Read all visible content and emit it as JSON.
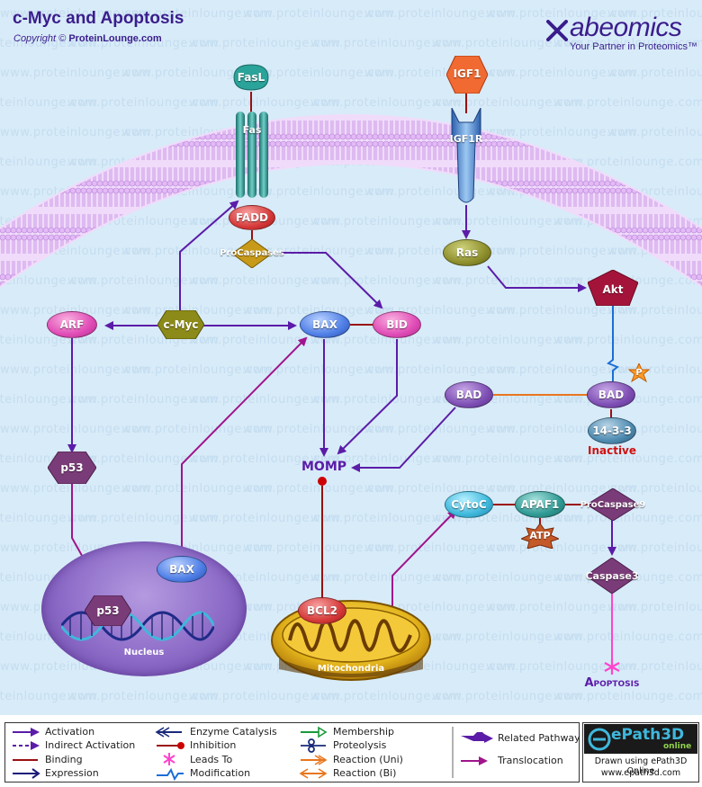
{
  "header": {
    "title": "c-Myc and Apoptosis",
    "copyright_prefix": "Copyright ©",
    "copyright_site": "ProteinLounge.com",
    "brand": "abeomics",
    "tagline": "Your Partner in Proteomics™"
  },
  "watermark": "www.proteinlounge.com",
  "nodes": {
    "fasl": "FasL",
    "fas": "Fas",
    "fadd": "FADD",
    "procaspases": "ProCaspases",
    "igf1": "IGF1",
    "igf1r": "IGF1R",
    "ras": "Ras",
    "akt": "Akt",
    "arf": "ARF",
    "cmyc": "c-Myc",
    "bax_top": "BAX",
    "bid": "BID",
    "bad_p": "BAD",
    "p_badge": "P",
    "bad_free": "BAD",
    "prot_1433": "14-3-3",
    "inactive": "Inactive",
    "momp": "MOMP",
    "p53": "p53",
    "bax_nucleus": "BAX",
    "p53_dna": "p53",
    "nucleus": "Nucleus",
    "cytoc": "CytoC",
    "apaf1": "APAF1",
    "atp": "ATP",
    "procaspase9": "ProCaspase9",
    "caspase3": "Caspase3",
    "bcl2": "BCL2",
    "mitochondria": "Mitochondria",
    "apoptosis": "Apoptosis"
  },
  "legend": [
    {
      "label": "Activation",
      "icon": "activation-arrow"
    },
    {
      "label": "Indirect Activation",
      "icon": "indirect-activation-arrow"
    },
    {
      "label": "Binding",
      "icon": "binding-line"
    },
    {
      "label": "Expression",
      "icon": "expression-arrow"
    },
    {
      "label": "Enzyme Catalysis",
      "icon": "enzyme-catalysis-arrow"
    },
    {
      "label": "Inhibition",
      "icon": "inhibition-line"
    },
    {
      "label": "Leads To",
      "icon": "leads-to-star"
    },
    {
      "label": "Modification",
      "icon": "modification-zigzag"
    },
    {
      "label": "Membership",
      "icon": "membership-arrow"
    },
    {
      "label": "Proteolysis",
      "icon": "proteolysis-scissors"
    },
    {
      "label": "Reaction (Uni)",
      "icon": "reaction-uni-arrow"
    },
    {
      "label": "Reaction (Bi)",
      "icon": "reaction-bi-arrow"
    },
    {
      "label": "Related Pathway",
      "icon": "related-pathway-hand"
    },
    {
      "label": "Translocation",
      "icon": "translocation-arrow"
    }
  ],
  "badge": {
    "brand_main": "ePath3D",
    "brand_sub": "online",
    "line1": "Drawn using ePath3D Online",
    "line2": "www.epath3d.com"
  },
  "colors": {
    "activation": "#5b1ca8",
    "translocation": "#a0148c",
    "binding": "#9a1010",
    "inhibition": "#cc0000",
    "reaction": "#e8761e",
    "modification": "#1a6ed6",
    "leads_to": "#ff44cc",
    "header_text": "#3a1d8c",
    "background": "#d8ebf8"
  }
}
